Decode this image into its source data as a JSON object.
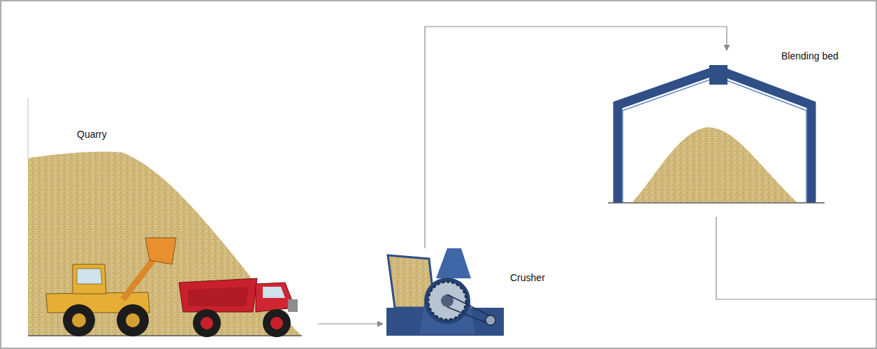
{
  "diagram": {
    "nodes": [
      {
        "text": [
          "Quarry"
        ]
      },
      {
        "text": [
          "Crusher"
        ]
      },
      {
        "text": [
          "Blending bed"
        ]
      }
    ],
    "edges": [
      {
        "from": 0,
        "to": 1,
        "arrow": "to"
      },
      {
        "from": 1,
        "to": 2,
        "arrow": "to"
      }
    ]
  }
}
